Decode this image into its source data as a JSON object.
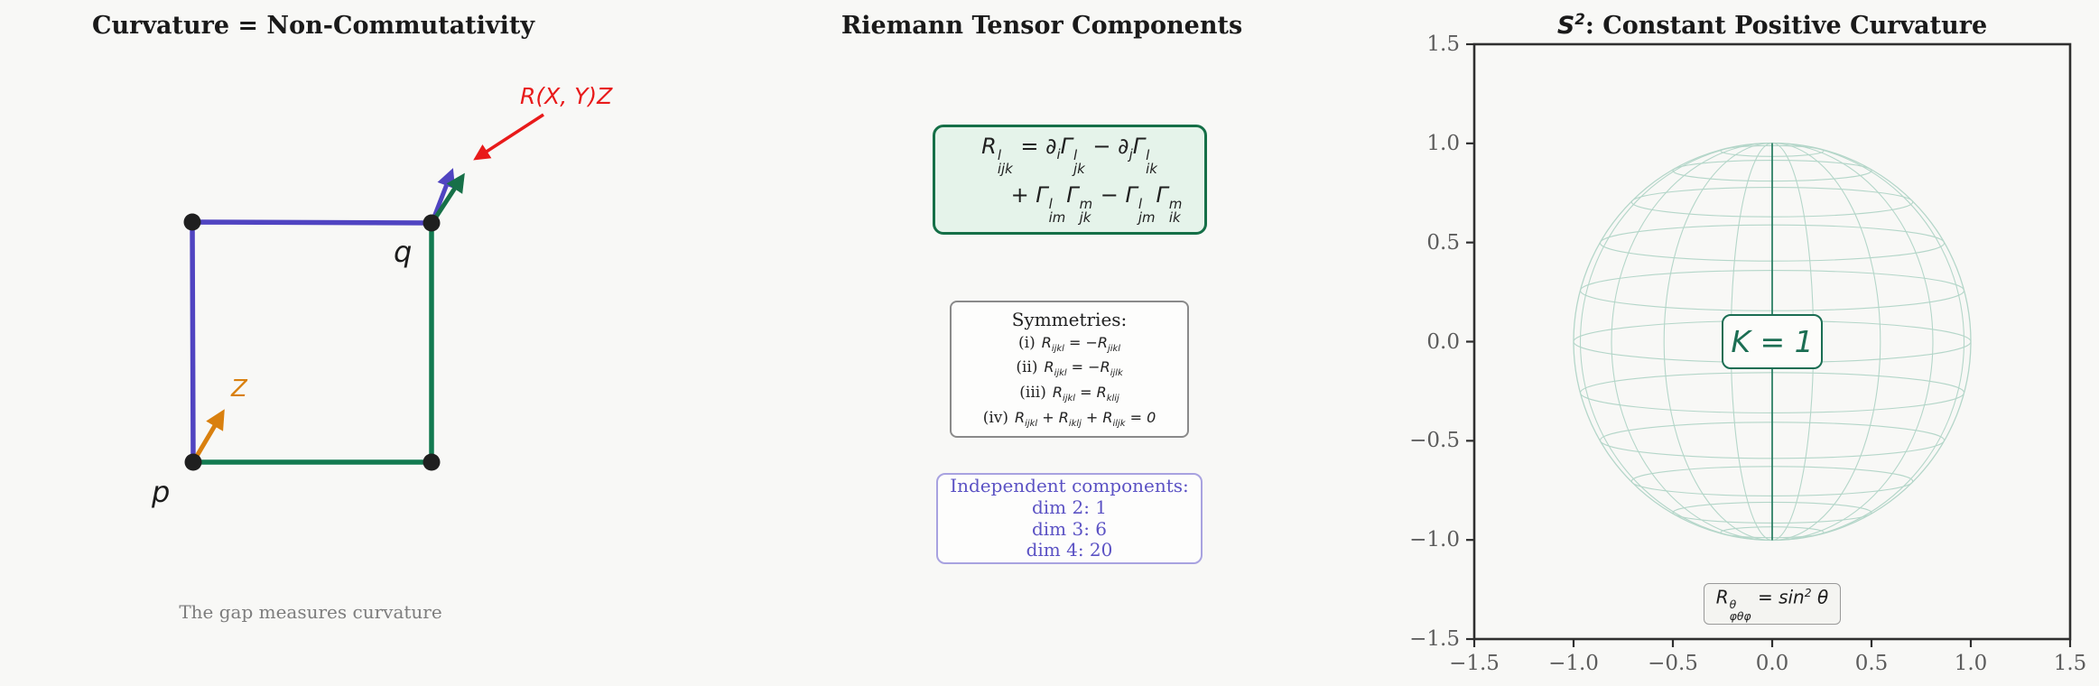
{
  "figure": {
    "background": "#f8f8f6"
  },
  "left_panel": {
    "title": "Curvature = Non-Commutativity",
    "caption": "The gap measures curvature",
    "labels": {
      "p": "p",
      "q": "q",
      "z": "Z",
      "rxyz": "R(X, Y)Z"
    },
    "colors": {
      "path_up_first": "#5044c1",
      "path_right_first": "#127a50",
      "z_arrow": "#d9800f",
      "annotation_arrow": "#e81a1a",
      "corner_dot": "#1f1f1f"
    }
  },
  "middle_panel": {
    "title": "Riemann Tensor Components",
    "formula_box": {
      "line1": "R^{l}_{ijk} = ∂_{i}Γ^{l}_{jk} − ∂_{j}Γ^{l}_{ik}",
      "line2": "+ Γ^{l}_{im}Γ^{m}_{jk} − Γ^{l}_{jm}Γ^{m}_{ik}",
      "background": "#e5f3ea",
      "border": "#156f47"
    },
    "symmetries_box": {
      "heading": "Symmetries:",
      "items": [
        {
          "num": "(i)",
          "formula": "R_{ijkl} = −R_{jikl}"
        },
        {
          "num": "(ii)",
          "formula": "R_{ijkl} = −R_{ijlk}"
        },
        {
          "num": "(iii)",
          "formula": "R_{ijkl} = R_{klij}"
        },
        {
          "num": "(iv)",
          "formula": "R_{ijkl} + R_{iklj} + R_{iljk} = 0"
        }
      ]
    },
    "independent_box": {
      "heading": "Independent components:",
      "items": [
        "dim 2: 1",
        "dim 3: 6",
        "dim 4: 20"
      ],
      "text_color": "#5b52c4",
      "border": "#a8a2e0"
    }
  },
  "right_panel": {
    "title_math": "S^{2}",
    "title_rest": ": Constant Positive Curvature",
    "k_label": "K = 1",
    "formula": "R^{θ}_{φθφ} = sin^{2} θ",
    "x_ticks": [
      "−1.5",
      "−1.0",
      "−0.5",
      "0.0",
      "0.5",
      "1.0",
      "1.5"
    ],
    "y_ticks": [
      "1.5",
      "1.0",
      "0.5",
      "0.0",
      "−0.5",
      "−1.0",
      "−1.5"
    ],
    "axis_range": [
      -1.5,
      1.5
    ],
    "wire_color": "#b4d6c9",
    "meridian_accent": "#2d8066",
    "spine_color": "#2f2f2f",
    "k_color": "#1b6e53"
  }
}
